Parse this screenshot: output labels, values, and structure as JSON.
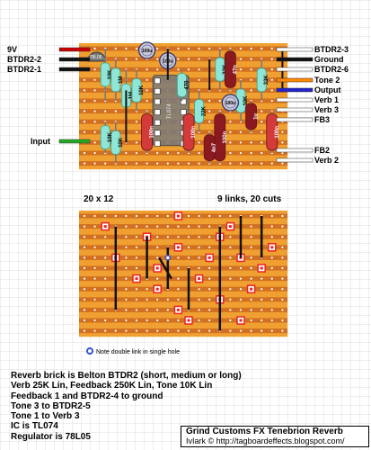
{
  "board": {
    "size_label": "20 x 12",
    "links_cuts_label": "9 links, 20 cuts"
  },
  "left_connections": [
    {
      "label": "9V",
      "wire_color": "#cc0000"
    },
    {
      "label": "BTDR2-2",
      "wire_color": "#111111"
    },
    {
      "label": "BTDR2-1",
      "wire_color": "#111111"
    },
    {
      "label": "Input",
      "wire_color": "#22aa22"
    }
  ],
  "right_connections": [
    {
      "label": "BTDR2-3",
      "wire_color": "#ffffff"
    },
    {
      "label": "Ground",
      "wire_color": "#111111"
    },
    {
      "label": "BTDR2-6",
      "wire_color": "#ffffff"
    },
    {
      "label": "Tone 2",
      "wire_color": "#ff8800"
    },
    {
      "label": "Output",
      "wire_color": "#2222cc"
    },
    {
      "label": "Verb 1",
      "wire_color": "#ffffff"
    },
    {
      "label": "Verb 3",
      "wire_color": "#ffffff"
    },
    {
      "label": "FB3",
      "wire_color": "#ffffff"
    },
    {
      "label": "FB2",
      "wire_color": "#ffffff"
    },
    {
      "label": "Verb 2",
      "wire_color": "#ffffff"
    }
  ],
  "components": {
    "resistors": [
      "10K",
      "1M",
      "1M",
      "10K",
      "10K",
      "10K",
      "22K",
      "22K",
      "33K",
      "10K",
      "470"
    ],
    "capacitors": [
      "100u",
      "100u",
      "100u",
      "100n",
      "100n",
      "47n",
      "100n",
      "100n",
      "1u",
      "4n7"
    ],
    "ic_label": "TL074",
    "regulator_label": "78L05"
  },
  "legend_note": "Note double link in single hole",
  "notes": [
    "Reverb brick is Belton BTDR2 (short, medium or long)",
    "Verb 25K Lin, Feedback 250K Lin, Tone 10K Lin",
    "Feedback 1 and BTDR2-4 to ground",
    "Tone 3 to BTDR2-5",
    "Tone 1 to Verb 3",
    "IC is TL074",
    "Regulator is 78L05"
  ],
  "title": "Grind Customs FX Tenebrion Reverb",
  "credit": "IvIark © http://tagboardeffects.blogspot.com/",
  "colors": {
    "stripboard": "#f0a030",
    "strip": "#d07020",
    "grid": "#dcdcdc",
    "resistor": "#8fe6d8",
    "electrolytic": "#8a1a20",
    "film": "#d43a3a",
    "cut": "#ee2222",
    "link": "#111111",
    "hole_marker": "#3355cc"
  }
}
